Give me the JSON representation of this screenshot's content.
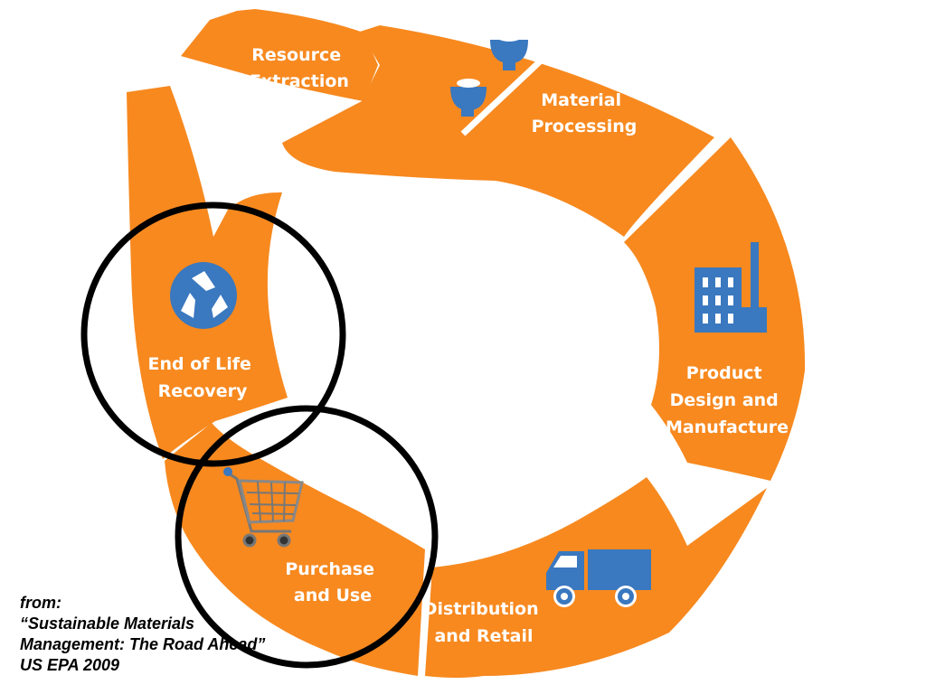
{
  "colors": {
    "segment": "#f7891f",
    "icon": "#3a78bf",
    "ring_outline": "#000000",
    "background": "#ffffff"
  },
  "stages": [
    {
      "id": "resource-extraction",
      "lines": [
        "Resource",
        "Extraction"
      ]
    },
    {
      "id": "material-processing",
      "lines": [
        "Material",
        "Processing"
      ],
      "icon": "mixing-bowls-icon"
    },
    {
      "id": "product-design-manufacture",
      "lines": [
        "Product",
        "Design and",
        "Manufacture"
      ],
      "icon": "factory-icon"
    },
    {
      "id": "distribution-retail",
      "lines": [
        "Distribution",
        "and Retail"
      ],
      "icon": "delivery-truck-icon"
    },
    {
      "id": "purchase-use",
      "lines": [
        "Purchase",
        "and Use"
      ],
      "icon": "shopping-cart-icon"
    },
    {
      "id": "end-of-life-recovery",
      "lines": [
        "End of Life",
        "Recovery"
      ],
      "icon": "recycle-icon"
    }
  ],
  "highlights": [
    "end-of-life-recovery",
    "purchase-use"
  ],
  "citation": {
    "line1": "from:",
    "line2": "“Sustainable Materials",
    "line3": "Management: The Road Ahead”",
    "line4": "US EPA 2009"
  }
}
